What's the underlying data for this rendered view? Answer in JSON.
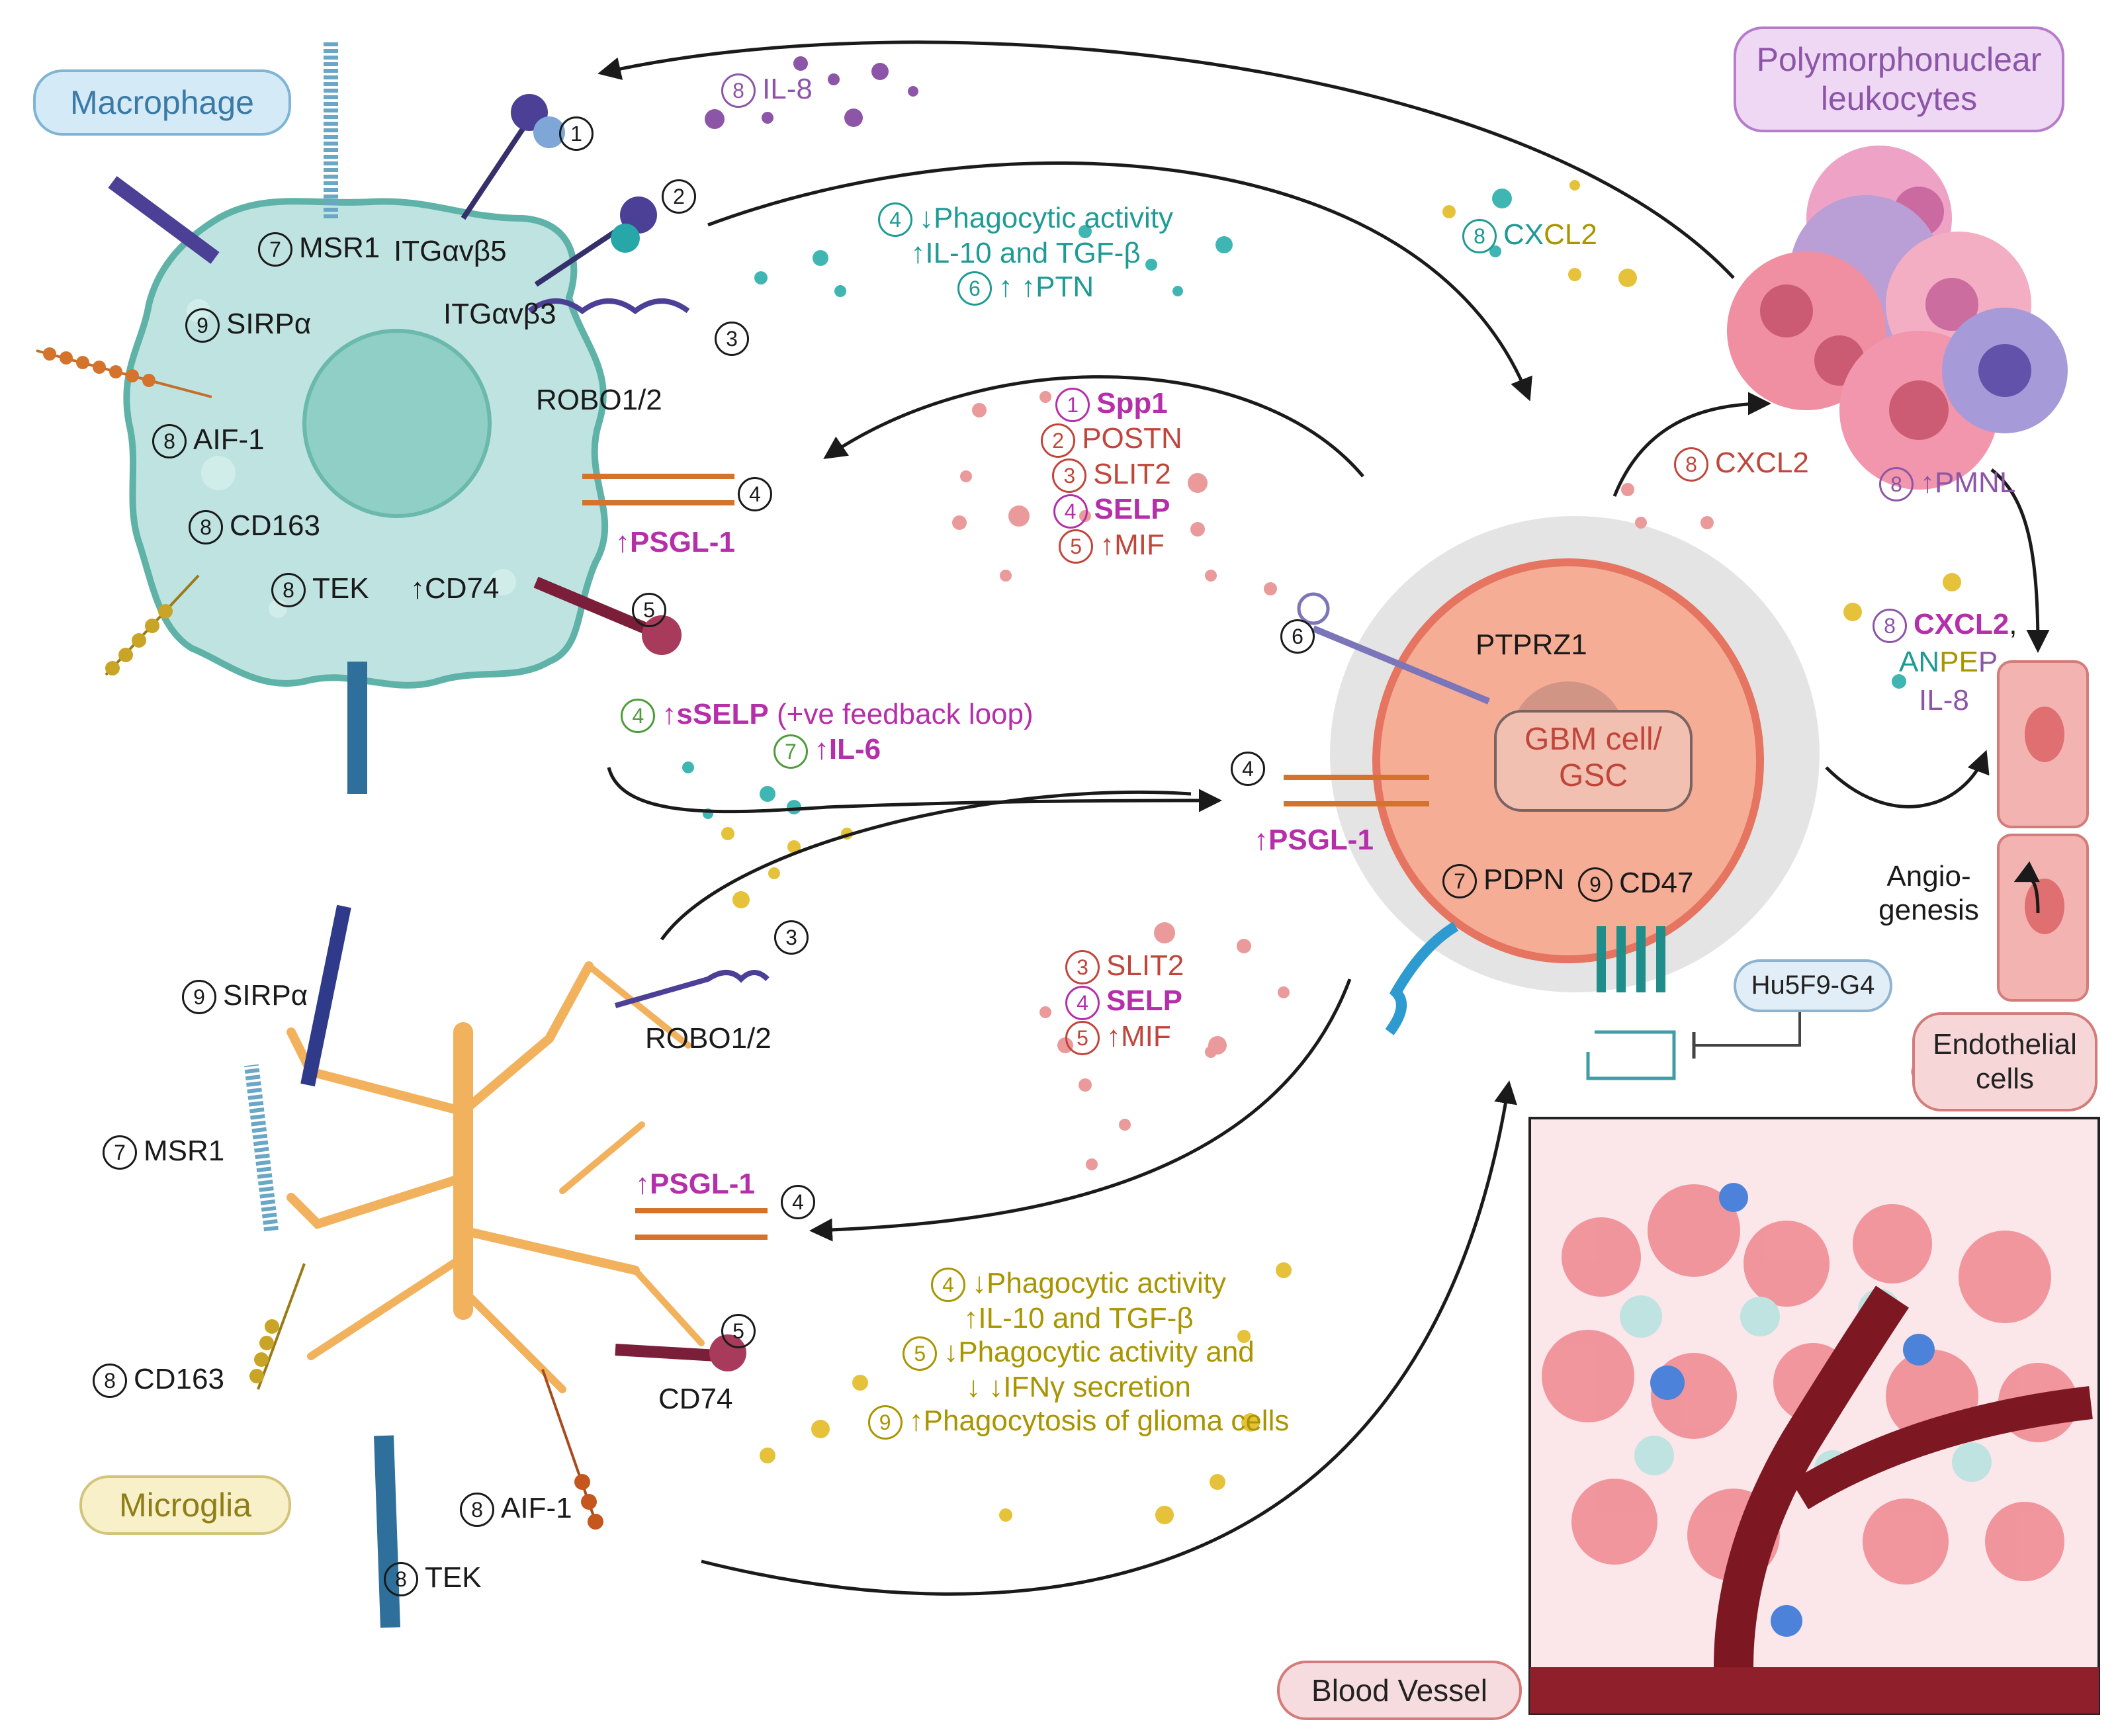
{
  "cells": {
    "macrophage": "Macrophage",
    "pmnl_line1": "Polymorphonuclear",
    "pmnl_line2": "leukocytes",
    "gbm_line1": "GBM cell/",
    "gbm_line2": "GSC",
    "microglia": "Microglia",
    "endothelial_line1": "Endothelial",
    "endothelial_line2": "cells",
    "blood_vessel": "Blood Vessel",
    "hu5f9": "Hu5F9-G4"
  },
  "macrophage_receptors": {
    "msr1": {
      "num": "7",
      "text": "MSR1"
    },
    "itgavb5": "ITGαvβ5",
    "itgavb3": "ITGαvβ3",
    "sirpa": {
      "num": "9",
      "text": "SIRPα"
    },
    "robo": "ROBO1/2",
    "aif1": {
      "num": "8",
      "text": "AIF-1"
    },
    "cd163": {
      "num": "8",
      "text": "CD163"
    },
    "psgl1": "↑PSGL-1",
    "tek": {
      "num": "8",
      "text": "TEK"
    },
    "cd74": "↑CD74",
    "n1": "1",
    "n2": "2",
    "n3": "3",
    "n4": "4",
    "n5": "5"
  },
  "mac_to_gbm": [
    {
      "num": "4",
      "text": "↓Phagocytic activity"
    },
    {
      "num": "",
      "text": "↑IL-10 and TGF-β"
    },
    {
      "num": "6",
      "text": "↑ ↑PTN"
    }
  ],
  "gbm_to_mac": [
    {
      "num": "1",
      "text": "Spp1"
    },
    {
      "num": "2",
      "text": "POSTN"
    },
    {
      "num": "3",
      "text": "SLIT2"
    },
    {
      "num": "4",
      "text": "SELP"
    },
    {
      "num": "5",
      "text": "↑MIF"
    }
  ],
  "il8_top": {
    "num": "8",
    "text": "IL-8"
  },
  "cxcl2_top": {
    "num": "8",
    "text_a": "CX",
    "text_b": "CL2"
  },
  "cxcl2_gbm": {
    "num": "8",
    "text": "CXCL2"
  },
  "pmnl_up": {
    "num": "8",
    "text": "↑PMNL"
  },
  "endo_signals": {
    "num": "8",
    "cxcl2": "CXCL2",
    "comma": ",",
    "an": "AN",
    "pe": "PE",
    "p": "P",
    "il8": "IL-8"
  },
  "angiogenesis_line1": "Angio-",
  "angiogenesis_line2": "genesis",
  "gbm_receptors": {
    "ptprz1": "PTPRZ1",
    "n6": "6",
    "psgl1": "↑PSGL-1",
    "n4": "4",
    "pdpn": {
      "num": "7",
      "text": "PDPN"
    },
    "cd47": {
      "num": "9",
      "text": "CD47"
    }
  },
  "sselp": {
    "num": "4",
    "text": "↑sSELP",
    "rest": "(+ve feedback loop)"
  },
  "il6": {
    "num": "7",
    "text": "↑IL-6"
  },
  "gbm_to_micro": [
    {
      "num": "3",
      "text": "SLIT2"
    },
    {
      "num": "4",
      "text": "SELP"
    },
    {
      "num": "5",
      "text": "↑MIF"
    }
  ],
  "microglia_receptors": {
    "sirpa": {
      "num": "9",
      "text": "SIRPα"
    },
    "msr1": {
      "num": "7",
      "text": "MSR1"
    },
    "robo": "ROBO1/2",
    "n3": "3",
    "psgl1": "↑PSGL-1",
    "n4": "4",
    "n5": "5",
    "cd74": "CD74",
    "cd163": {
      "num": "8",
      "text": "CD163"
    },
    "aif1": {
      "num": "8",
      "text": "AIF-1"
    },
    "tek": {
      "num": "8",
      "text": "TEK"
    }
  },
  "micro_effects": [
    {
      "num": "4",
      "text": "↓Phagocytic activity"
    },
    {
      "num": "",
      "text": "↑IL-10 and TGF-β"
    },
    {
      "num": "5",
      "text": "↓Phagocytic activity and"
    },
    {
      "num": "",
      "text": "↓ ↓IFNγ secretion"
    },
    {
      "num": "9",
      "text": "↑Phagocytosis of glioma cells"
    }
  ],
  "colors": {
    "macrophage_fill": "#bfe3e1",
    "microglia": "#f2b25d",
    "gbm_fill": "#f6ad95",
    "teal_text": "#1f9a94",
    "red_text": "#c0463c",
    "magenta_text": "#b52eaa",
    "gold_text": "#a99500",
    "purple_text": "#8d55a8"
  }
}
